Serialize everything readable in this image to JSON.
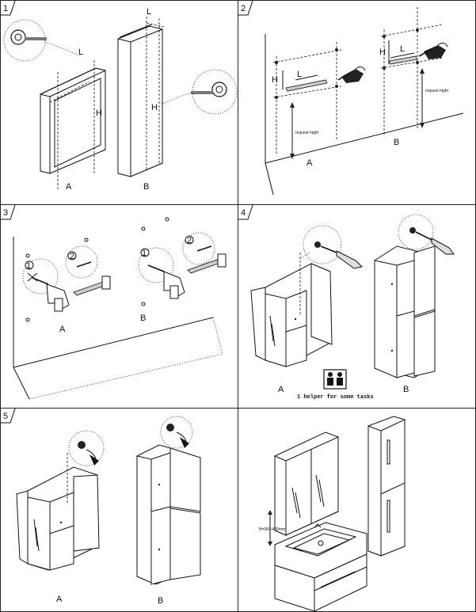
{
  "panels": [
    {
      "number": "1",
      "labels": [
        "A",
        "B"
      ],
      "dims": [
        "L",
        "H",
        "L",
        "H"
      ]
    },
    {
      "number": "2",
      "labels": [
        "A",
        "B"
      ],
      "dims": [
        "L",
        "H",
        "L",
        "H"
      ],
      "notes": [
        "request hight",
        "request hight"
      ]
    },
    {
      "number": "3",
      "labels": [
        "A",
        "B"
      ],
      "steps": [
        "1",
        "2",
        "1",
        "2"
      ]
    },
    {
      "number": "4",
      "labels": [
        "A",
        "B"
      ],
      "caption": "1 helper for some tasks"
    },
    {
      "number": "5",
      "labels": [
        "A",
        "B"
      ]
    },
    {
      "number": "",
      "labels": [],
      "height_note": "H=360-480mm"
    }
  ]
}
